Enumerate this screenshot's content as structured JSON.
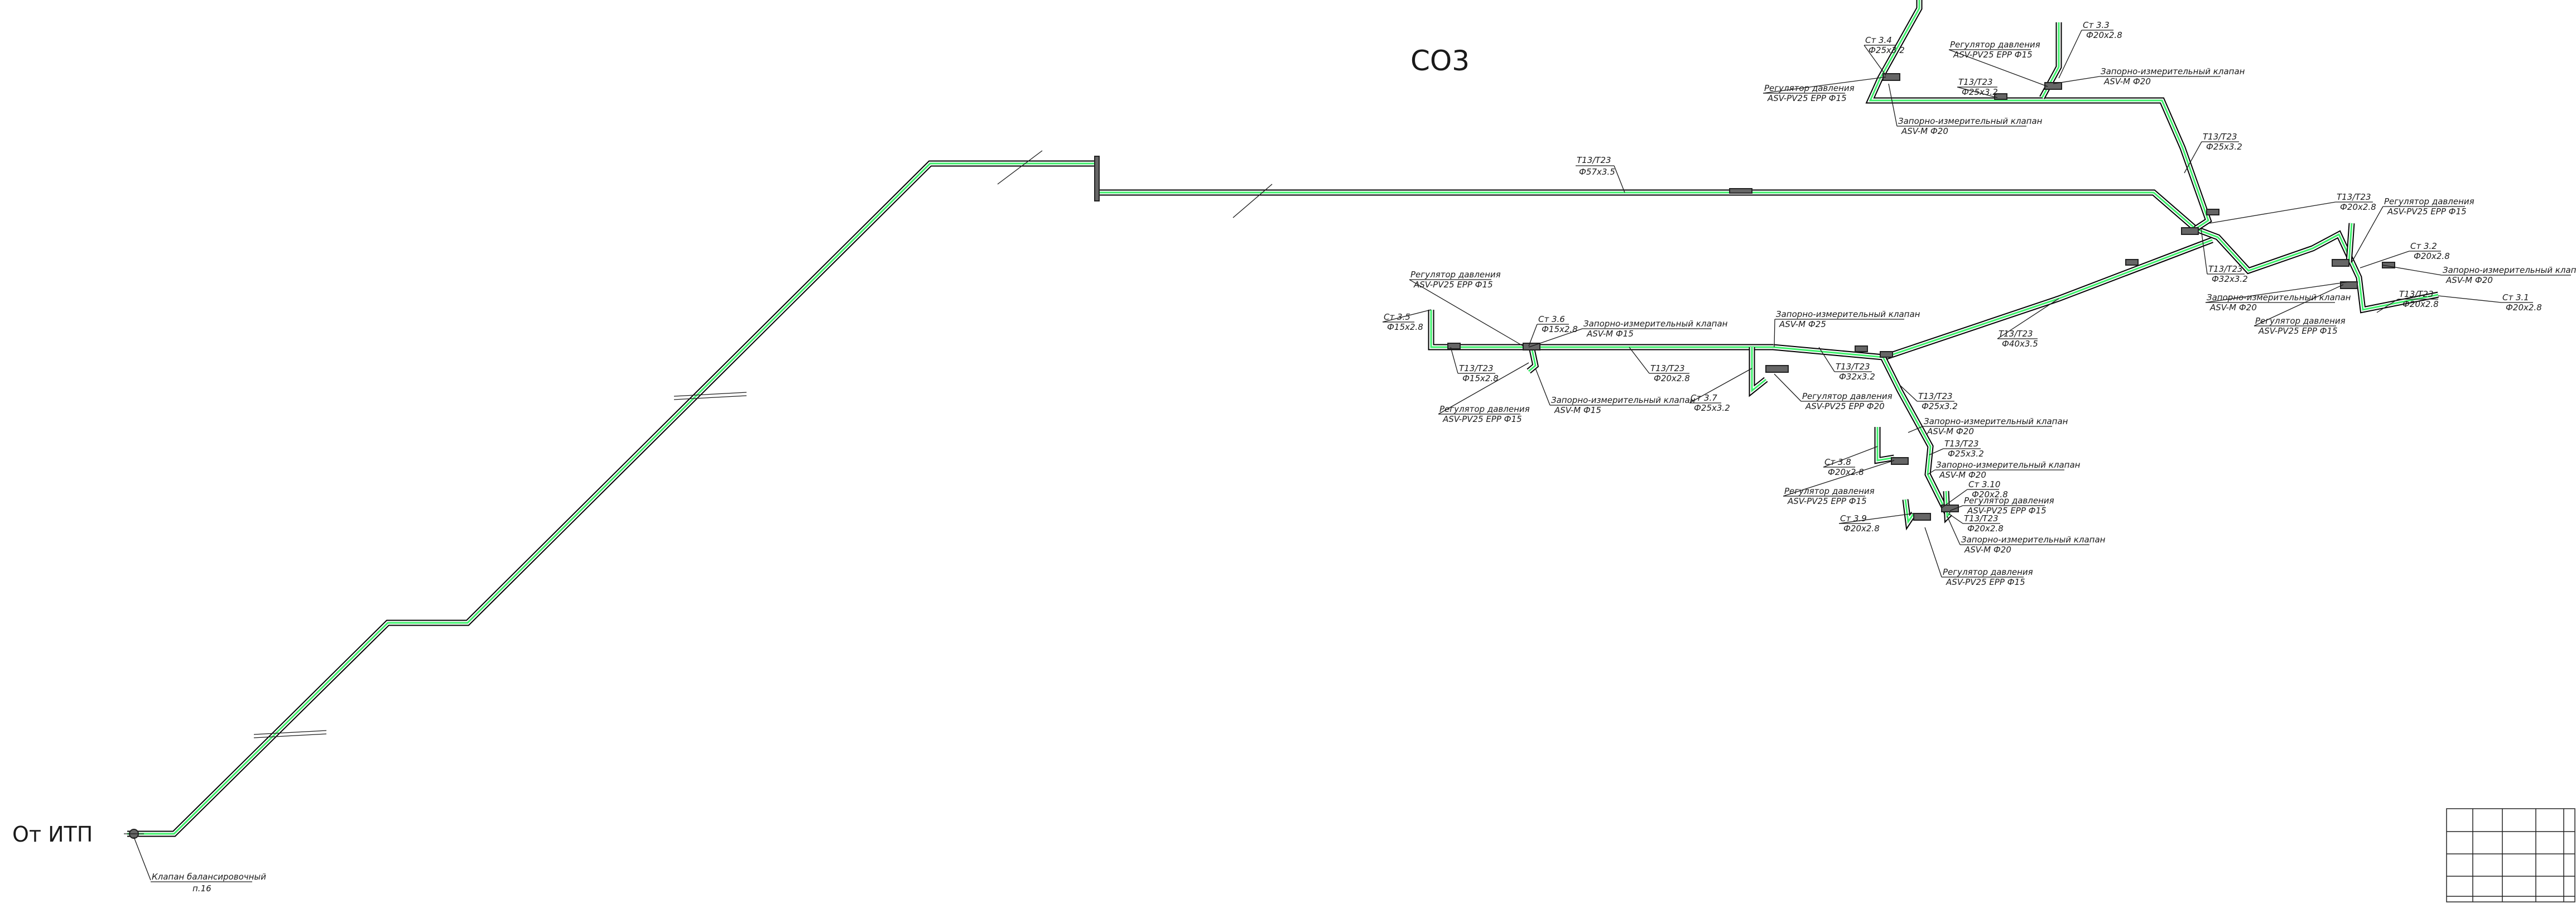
{
  "title": "СО3",
  "origin_label": "От ИТП",
  "balancing_valve": {
    "line1": "Клапан балансировочный",
    "line2": "п.16"
  },
  "main_pipe_label": {
    "top": "Т13/Т23",
    "bottom": "Ф57х3.5"
  },
  "labels": [
    {
      "top": "Ст 3.4",
      "bottom": "Ф25х3.2"
    },
    {
      "top": "Регулятор давления",
      "bottom": "ASV-PV25 EPP Ф15"
    },
    {
      "top": "Ст 3.3",
      "bottom": "Ф20х2.8"
    },
    {
      "top": "Запорно-измерительный клапан",
      "bottom": "ASV-M Ф20"
    },
    {
      "top": "Т13/Т23",
      "bottom": "Ф25х3.2"
    },
    {
      "top": "Регулятор давления",
      "bottom": "ASV-PV25 EPP Ф15"
    },
    {
      "top": "Запорно-измерительный клапан",
      "bottom": "ASV-M Ф20"
    },
    {
      "top": "Т13/Т23",
      "bottom": "Ф25х3.2"
    },
    {
      "top": "Т13/Т23",
      "bottom": "Ф20х2.8"
    },
    {
      "top": "Регулятор давления",
      "bottom": "ASV-PV25 EPP Ф15"
    },
    {
      "top": "Ст 3.2",
      "bottom": "Ф20х2.8"
    },
    {
      "top": "Запорно-измерительный клапан",
      "bottom": "ASV-M Ф20"
    },
    {
      "top": "Т13/Т23",
      "bottom": "Ф32х3.2"
    },
    {
      "top": "Запорно-измерительный клапан",
      "bottom": "ASV-M Ф20"
    },
    {
      "top": "Регулятор давления",
      "bottom": "ASV-PV25 EPP Ф15"
    },
    {
      "top": "Т13/Т23",
      "bottom": "Ф20х2.8"
    },
    {
      "top": "Ст 3.1",
      "bottom": "Ф20х2.8"
    },
    {
      "top": "Т13/Т23",
      "bottom": "Ф40х3.5"
    },
    {
      "top": "Регулятор давления",
      "bottom": "ASV-PV25 EPP Ф15"
    },
    {
      "top": "Ст 3.5",
      "bottom": "Ф15х2.8"
    },
    {
      "top": "Ст 3.6",
      "bottom": "Ф15х2.8"
    },
    {
      "top": "Запорно-измерительный клапан",
      "bottom": "ASV-M Ф15"
    },
    {
      "top": "Запорно-измерительный клапан",
      "bottom": "ASV-M Ф25"
    },
    {
      "top": "Т13/Т23",
      "bottom": "Ф15х2.8"
    },
    {
      "top": "Т13/Т23",
      "bottom": "Ф20х2.8"
    },
    {
      "top": "Т13/Т23",
      "bottom": "Ф32х3.2"
    },
    {
      "top": "Регулятор давления",
      "bottom": "ASV-PV25 EPP Ф15"
    },
    {
      "top": "Запорно-измерительный клапан",
      "bottom": "ASV-M Ф15"
    },
    {
      "top": "Ст 3.7",
      "bottom": "Ф25х3.2"
    },
    {
      "top": "Регулятор давления",
      "bottom": "ASV-PV25 EPP Ф20"
    },
    {
      "top": "Т13/Т23",
      "bottom": "Ф25х3.2"
    },
    {
      "top": "Запорно-измерительный клапан",
      "bottom": "ASV-M Ф20"
    },
    {
      "top": "Т13/Т23",
      "bottom": "Ф25х3.2"
    },
    {
      "top": "Ст 3.8",
      "bottom": "Ф20х2.8"
    },
    {
      "top": "Запорно-измерительный клапан",
      "bottom": "ASV-M Ф20"
    },
    {
      "top": "Регулятор давления",
      "bottom": "ASV-PV25 EPP Ф15"
    },
    {
      "top": "Ст 3.10",
      "bottom": "Ф20х2.8"
    },
    {
      "top": "Регулятор давления",
      "bottom": "ASV-PV25 EPP Ф15"
    },
    {
      "top": "Ст 3.9",
      "bottom": "Ф20х2.8"
    },
    {
      "top": "Т13/Т23",
      "bottom": "Ф20х2.8"
    },
    {
      "top": "Запорно-измерительный клапан",
      "bottom": "ASV-M Ф20"
    },
    {
      "top": "Регулятор давления",
      "bottom": "ASV-PV25 EPP Ф15"
    }
  ],
  "colors": {
    "pipe": "#3cf06a",
    "line": "#000000",
    "text": "#1a1a1a",
    "background": "#ffffff"
  }
}
